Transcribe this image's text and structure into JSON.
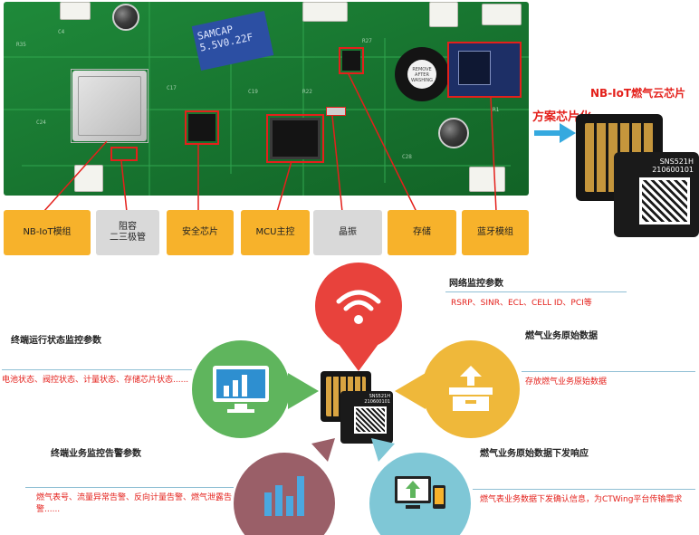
{
  "pcb": {
    "kamcap_text": "SAMCAP 5.5V0.22F",
    "buzzer_text": "REMOVE AFTER WASHING",
    "silk_codes": [
      "R35",
      "C24",
      "R27",
      "C17",
      "C19",
      "R22",
      "C28",
      "R1",
      "C4"
    ]
  },
  "labels": [
    {
      "text": "NB-IoT模组",
      "style": "orange"
    },
    {
      "text": "阻容\n二三极管",
      "style": "grey"
    },
    {
      "text": "安全芯片",
      "style": "orange"
    },
    {
      "text": "MCU主控",
      "style": "orange"
    },
    {
      "text": "晶振",
      "style": "grey"
    },
    {
      "text": "存储",
      "style": "orange"
    },
    {
      "text": "蓝牙模组",
      "style": "orange"
    }
  ],
  "header": {
    "product_title": "NB-IoT燃气云芯片",
    "arrow_label": "方案芯片化"
  },
  "chip": {
    "model": "SNS521H",
    "serial": "210600101"
  },
  "sections": {
    "network": {
      "title": "网络监控参数",
      "text": "RSRP、SINR、ECL、CELL ID、PCI等"
    },
    "runtime": {
      "title": "终端运行状态监控参数",
      "text": "电池状态、阀控状态、计量状态、存储芯片状态......"
    },
    "raw_data": {
      "title": "燃气业务原始数据",
      "text": "存放燃气业务原始数据"
    },
    "alarm": {
      "title": "终端业务监控告警参数",
      "text": "燃气表号、流量异常告警、反向计量告警、燃气泄露告警......"
    },
    "downlink": {
      "title": "燃气业务原始数据下发响应",
      "text": "燃气表业务数据下发确认信息，为CTWing平台传输需求"
    }
  },
  "colors": {
    "pcb_green": "#1b7d35",
    "orange_label": "#f7b22b",
    "grey_label": "#d9d9d9",
    "accent_red": "#e4201b",
    "arrow_blue": "#35a9df",
    "wifi_circle": "#e8423c",
    "monitor_circle": "#5fb55d",
    "box_circle": "#efb83a",
    "bars_circle": "#9a5f68",
    "download_circle": "#7fc7d6"
  },
  "icons": [
    "wifi-icon",
    "monitor-chart-icon",
    "archive-box-icon",
    "bar-chart-icon",
    "download-devices-icon",
    "qr-code-icon"
  ]
}
